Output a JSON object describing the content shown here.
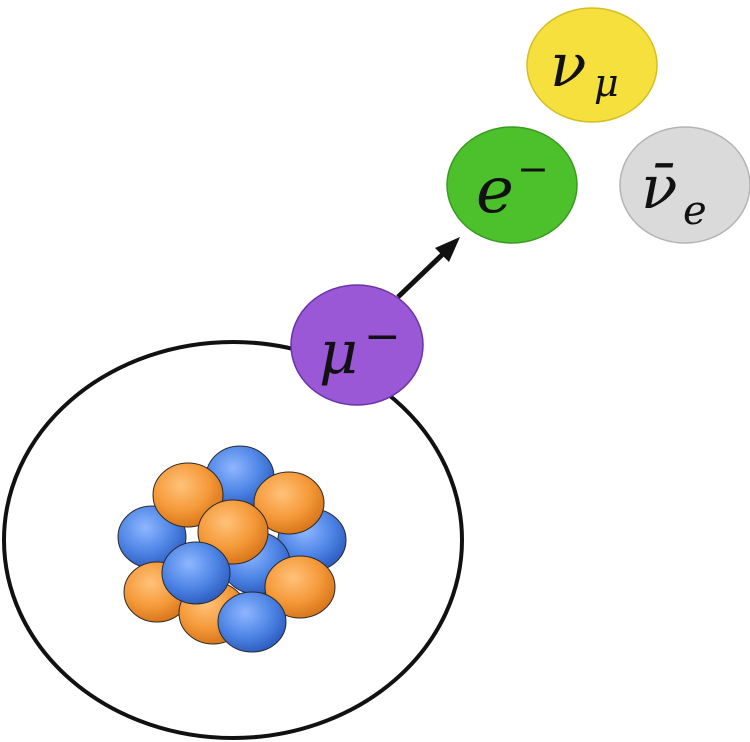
{
  "diagram": {
    "muon": {
      "symbol": "μ",
      "superscript": "−",
      "color": "#9a57d6"
    },
    "electron": {
      "symbol": "e",
      "superscript": "−",
      "color": "#4cc12c"
    },
    "muon_neutrino": {
      "symbol": "ν",
      "subscript": "μ",
      "color": "#f6e03e"
    },
    "electron_antineutrino": {
      "symbol": "ν̄",
      "subscript": "e",
      "color": "#dadada"
    },
    "nucleus": {
      "proton_color": "#f59a3a",
      "neutron_color": "#4f86e6"
    }
  }
}
